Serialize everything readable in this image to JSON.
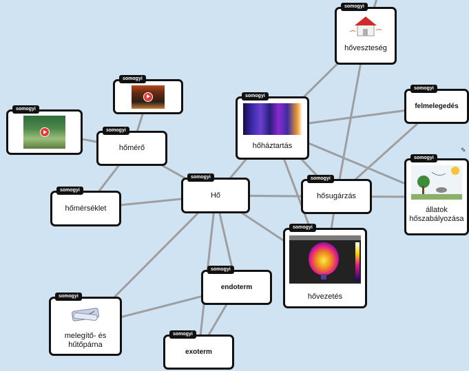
{
  "tag": "somogyi",
  "edge_color": "#9e9e9e",
  "nodes": {
    "ho": {
      "label": "Hő"
    },
    "homero": {
      "label": "hőmérő"
    },
    "homerseklet": {
      "label": "hőmérséklet"
    },
    "hohaztartas": {
      "label": "hőháztartás"
    },
    "hosugarzas": {
      "label": "hősugárzás"
    },
    "hoveszteseg": {
      "label": "hőveszteség"
    },
    "felmelegedes": {
      "label": "felmelegedés"
    },
    "allatok": {
      "label": "állatok hőszabályozása"
    },
    "hovezetes": {
      "label": "hővezetés"
    },
    "endoterm": {
      "label": "endoterm"
    },
    "exoterm": {
      "label": "exoterm"
    },
    "melegito": {
      "label": "melegítő- és hűtőpárna"
    },
    "video1": {
      "label": ""
    },
    "video2": {
      "label": ""
    }
  },
  "edges": [
    [
      "ho",
      "homero"
    ],
    [
      "ho",
      "homerseklet"
    ],
    [
      "ho",
      "hohaztartas"
    ],
    [
      "ho",
      "hosugarzas"
    ],
    [
      "ho",
      "hovezetes"
    ],
    [
      "ho",
      "endoterm"
    ],
    [
      "ho",
      "exoterm"
    ],
    [
      "ho",
      "melegito"
    ],
    [
      "homero",
      "video1"
    ],
    [
      "homero",
      "video2"
    ],
    [
      "homero",
      "homerseklet"
    ],
    [
      "hohaztartas",
      "hoveszteseg"
    ],
    [
      "hohaztartas",
      "felmelegedes"
    ],
    [
      "hohaztartas",
      "allatok"
    ],
    [
      "hohaztartas",
      "hosugarzas"
    ],
    [
      "hohaztartas",
      "hovezetes"
    ],
    [
      "hosugarzas",
      "hoveszteseg"
    ],
    [
      "hosugarzas",
      "felmelegedes"
    ],
    [
      "hosugarzas",
      "allatok"
    ],
    [
      "hosugarzas",
      "hovezetes"
    ],
    [
      "hoveszteseg",
      "top-edge"
    ],
    [
      "endoterm",
      "exoterm"
    ],
    [
      "endoterm",
      "melegito"
    ]
  ],
  "icons": {
    "comment": "comment-icon"
  }
}
